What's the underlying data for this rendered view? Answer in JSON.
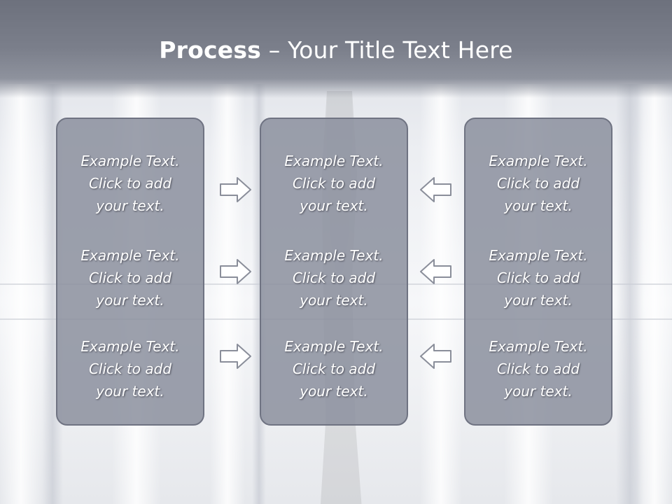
{
  "slide": {
    "title_bold": "Process",
    "title_rest": " – Your Title Text Here"
  },
  "columns": [
    {
      "items": [
        {
          "line1": "Example Text.",
          "line2": "Click  to add",
          "line3": "your text."
        },
        {
          "line1": "Example Text.",
          "line2": "Click  to add",
          "line3": "your text."
        },
        {
          "line1": "Example Text.",
          "line2": "Click  to add",
          "line3": "your text."
        }
      ]
    },
    {
      "items": [
        {
          "line1": "Example Text.",
          "line2": "Click  to add",
          "line3": "your text."
        },
        {
          "line1": "Example Text.",
          "line2": "Click  to add",
          "line3": "your text."
        },
        {
          "line1": "Example Text.",
          "line2": "Click  to add",
          "line3": "your text."
        }
      ]
    },
    {
      "items": [
        {
          "line1": "Example Text.",
          "line2": "Click  to add",
          "line3": "your text."
        },
        {
          "line1": "Example Text.",
          "line2": "Click  to add",
          "line3": "your text."
        },
        {
          "line1": "Example Text.",
          "line2": "Click  to add",
          "line3": "your text."
        }
      ]
    }
  ],
  "arrows": {
    "left_group": "arrow-right-icon",
    "right_group": "arrow-left-icon"
  },
  "colors": {
    "header": "#7b7f8b",
    "box_fill": "#8c909e",
    "box_border": "#6f7382",
    "text": "#ffffff"
  }
}
